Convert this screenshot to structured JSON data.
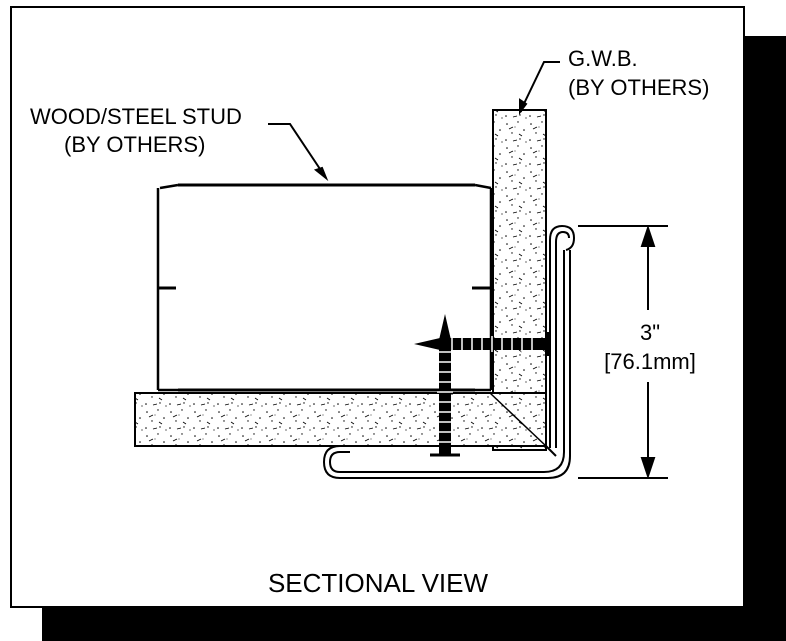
{
  "title": "SECTIONAL VIEW",
  "labels": {
    "stud_line1": "WOOD/STEEL STUD",
    "stud_line2": "(BY OTHERS)",
    "gwb_line1": "G.W.B.",
    "gwb_line2": "(BY OTHERS)"
  },
  "dimension": {
    "imperial": "3\"",
    "metric": "[76.1mm]"
  },
  "colors": {
    "line": "#000000",
    "background": "#ffffff",
    "shadow": "#000000"
  }
}
